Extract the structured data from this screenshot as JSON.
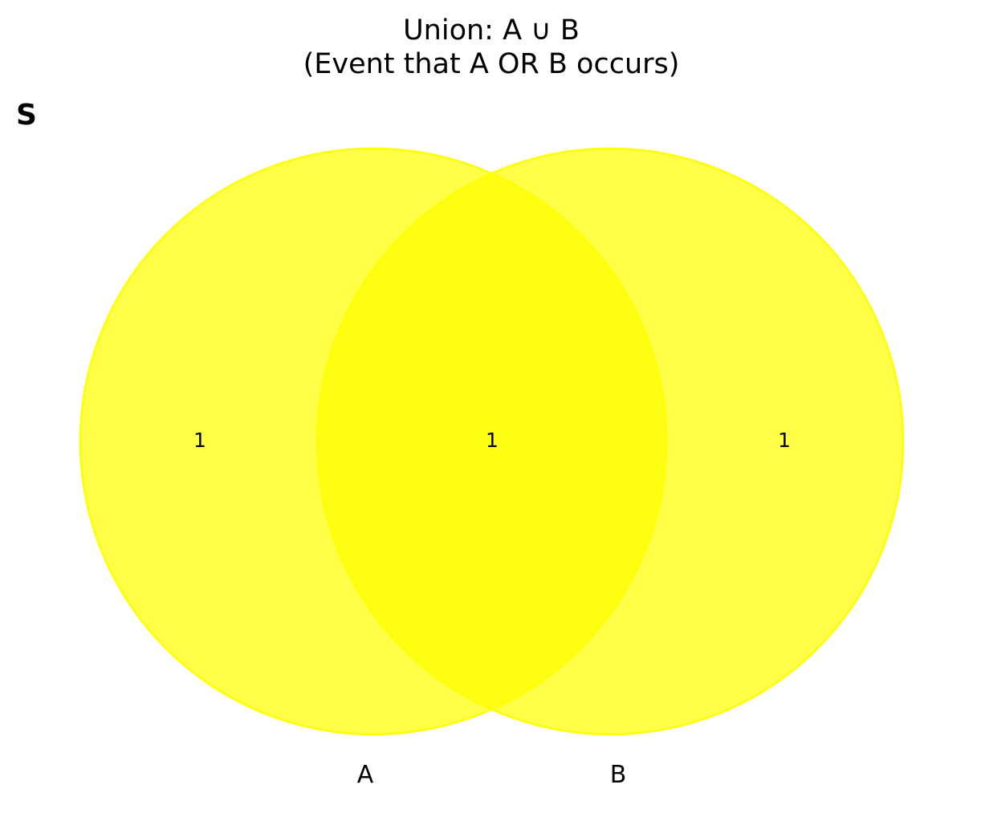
{
  "title": {
    "line1": "Union: A ∪ B",
    "line2": "(Event that A OR B occurs)"
  },
  "sample_space_label": "S",
  "sets": [
    {
      "id": "A",
      "label": "A"
    },
    {
      "id": "B",
      "label": "B"
    }
  ],
  "regions": {
    "a_only": "1",
    "a_and_b": "1",
    "b_only": "1"
  },
  "colors": {
    "fill": "#ffff00",
    "fill_opacity": 0.72,
    "edge": "#ffff00"
  }
}
